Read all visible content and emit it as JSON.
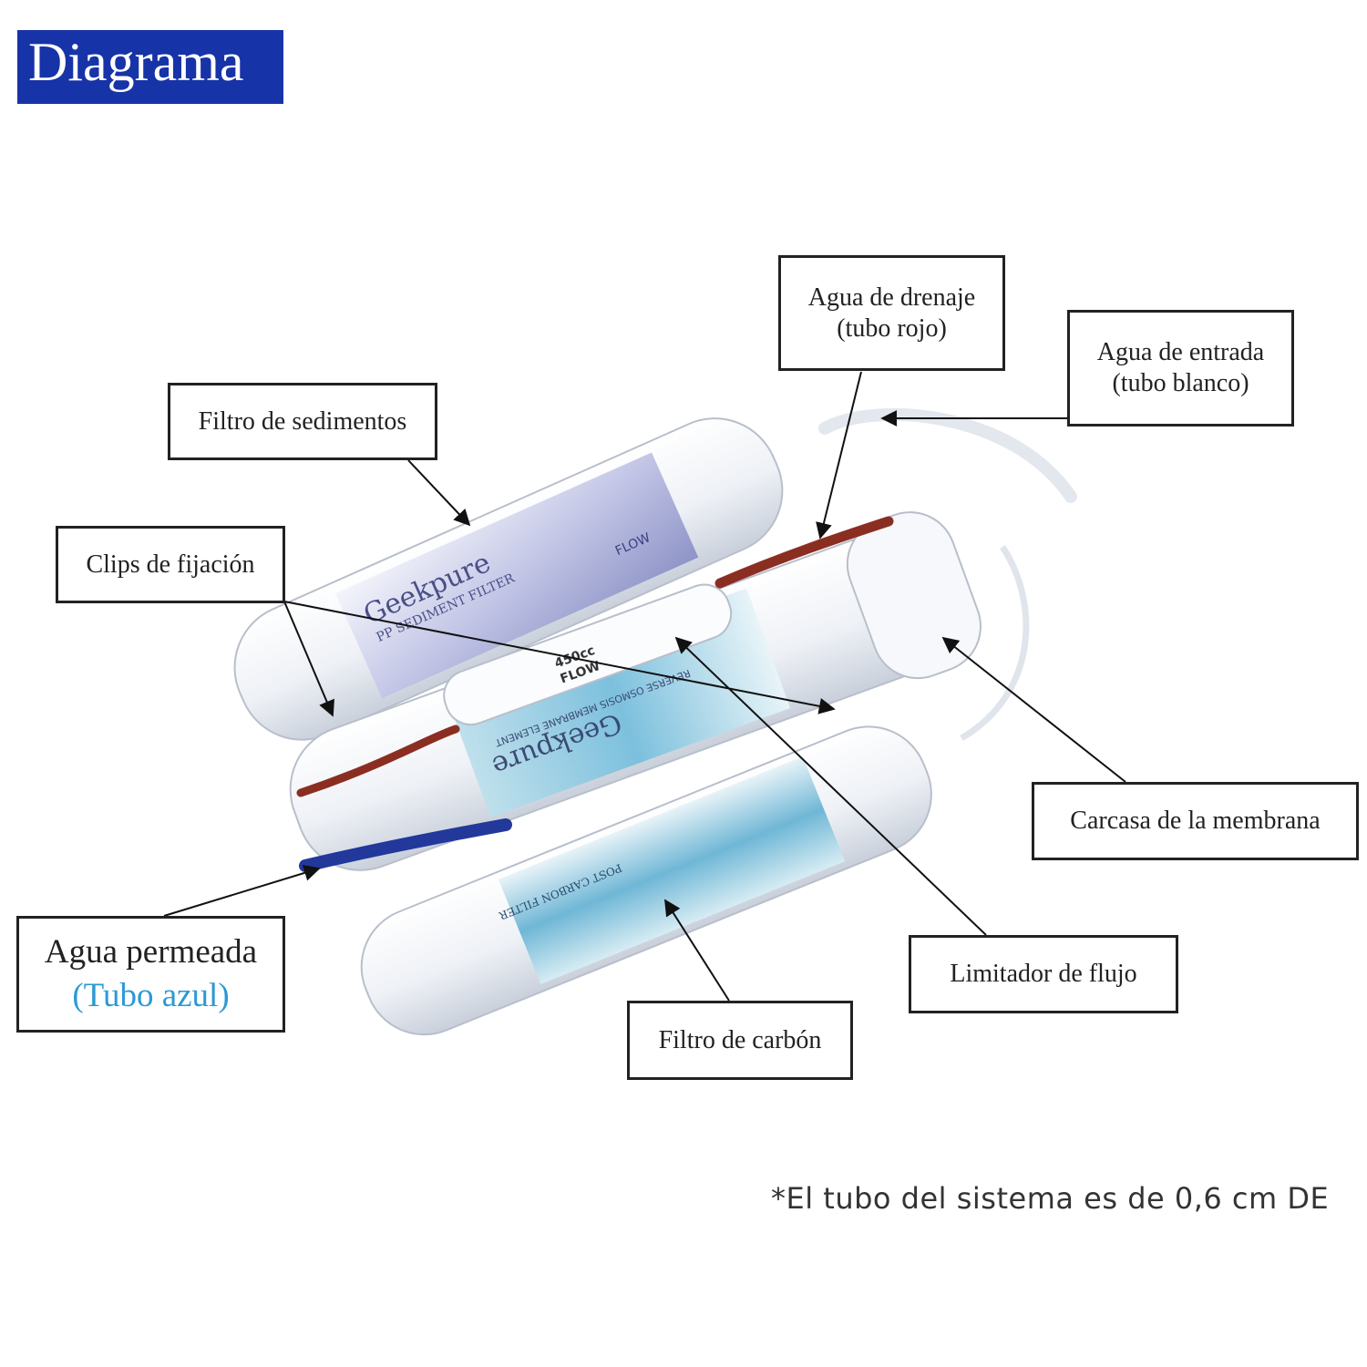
{
  "header": {
    "title": "Diagrama"
  },
  "labels": {
    "drain": {
      "line1": "Agua de drenaje",
      "line2": "(tubo rojo)"
    },
    "inlet": {
      "line1": "Agua de entrada",
      "line2": "(tubo blanco)"
    },
    "sediment": "Filtro de sedimentos",
    "clips": "Clips de fijación",
    "membrane": "Carcasa de la membrana",
    "permeate": {
      "line1": "Agua permeada",
      "line2": "(Tubo azul)"
    },
    "flow_limiter": "Limitador de flujo",
    "carbon": "Filtro de carbón"
  },
  "product_text": {
    "sediment_brand": "Geekpure",
    "sediment_name": "PP SEDIMENT FILTER",
    "flow": "FLOW",
    "flow_restrictor": "450cc",
    "membrane_brand": "Geekpure",
    "membrane_name": "REVERSE OSMOSIS MEMBRANE ELEMENT",
    "carbon_name": "POST CARBON FILTER"
  },
  "colors": {
    "header_bg": "#1733a8",
    "drain_tube": "#8b2e22",
    "permeate_tube": "#22389a",
    "accent_text": "#2b9ad6"
  },
  "note": "*El tubo del sistema es de 0,6 cm DE"
}
